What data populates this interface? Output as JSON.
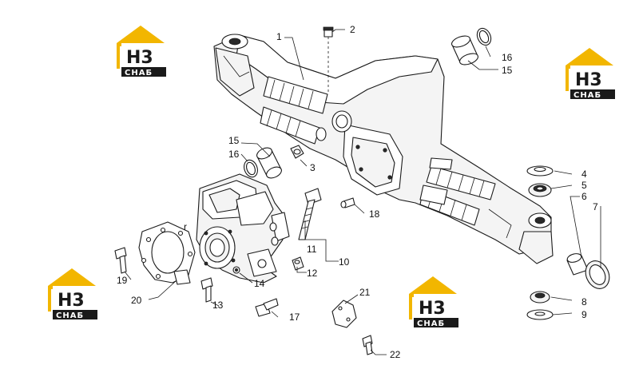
{
  "callouts": [
    {
      "id": "1",
      "label": "1"
    },
    {
      "id": "2",
      "label": "2"
    },
    {
      "id": "3",
      "label": "3"
    },
    {
      "id": "4",
      "label": "4"
    },
    {
      "id": "5",
      "label": "5"
    },
    {
      "id": "6",
      "label": "6"
    },
    {
      "id": "7",
      "label": "7"
    },
    {
      "id": "8",
      "label": "8"
    },
    {
      "id": "9",
      "label": "9"
    },
    {
      "id": "10",
      "label": "10"
    },
    {
      "id": "11",
      "label": "11"
    },
    {
      "id": "12",
      "label": "12"
    },
    {
      "id": "13",
      "label": "13"
    },
    {
      "id": "14",
      "label": "14"
    },
    {
      "id": "15a",
      "label": "15"
    },
    {
      "id": "15b",
      "label": "15"
    },
    {
      "id": "16a",
      "label": "16"
    },
    {
      "id": "16b",
      "label": "16"
    },
    {
      "id": "17",
      "label": "17"
    },
    {
      "id": "18",
      "label": "18"
    },
    {
      "id": "19",
      "label": "19"
    },
    {
      "id": "20",
      "label": "20"
    },
    {
      "id": "21",
      "label": "21"
    },
    {
      "id": "22",
      "label": "22"
    }
  ],
  "watermark": {
    "text_top": "H3",
    "text_bottom": "СНАБ",
    "colors": {
      "accent": "#f2b600",
      "dark": "#1a1a1a",
      "text": "#ffffff"
    }
  },
  "stray_mark": "r"
}
